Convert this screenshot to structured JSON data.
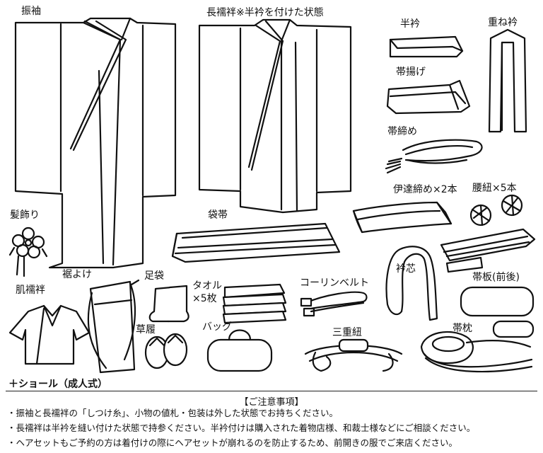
{
  "labels": {
    "furisode": "振袖",
    "nagajuban": "長襦袢※半衿を付けた状態",
    "haneri": "半衿",
    "kasane_eri": "重ね衿",
    "obiage": "帯揚げ",
    "obijime": "帯締め",
    "datejime": "伊達締め×2本",
    "koshihimo": "腰紐×5本",
    "kamikazari": "髪飾り",
    "fukuro_obi": "袋帯",
    "eri_shin": "衿芯",
    "obi_ita": "帯板(前後)",
    "hadajuban": "肌襦袢",
    "susoyoke": "裾よけ",
    "tabi": "足袋",
    "towel_line1": "タオル",
    "towel_line2": "×5枚",
    "korin_belt": "コーリンベルト",
    "zori": "草履",
    "bag": "バッグ",
    "sanjugumi": "三重紐",
    "obimakura": "帯枕"
  },
  "shawl_note": "＋ショール（成人式）",
  "notes": {
    "title": "【ご注意事項】",
    "items": [
      "・振袖と長襦袢の「しつけ糸」、小物の値札・包装は外した状態でお持ちください。",
      "・長襦袢は半衿を縫い付けた状態で持参ください。半衿付けは購入された着物店様、和裁士様などにご相談ください。",
      "・ヘアセットもご予約の方は着付けの際にヘアセットが崩れるのを防止するため、前開きの服でご来店ください。"
    ]
  }
}
